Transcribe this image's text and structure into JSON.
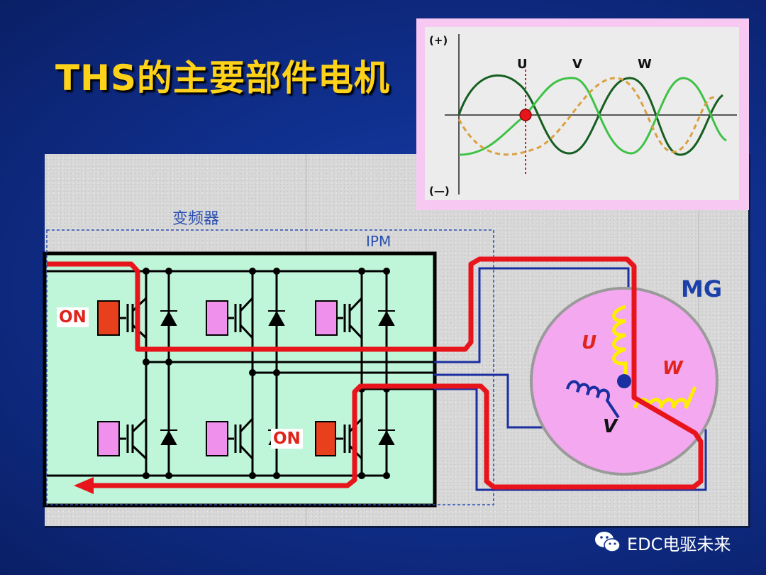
{
  "title": "THS的主要部件电机",
  "diagram": {
    "inverter_label": "变频器",
    "ipm_label": "IPM",
    "mg_label": "MG",
    "on_label_top": "ON",
    "on_label_bottom": "ON",
    "coil_u": "U",
    "coil_v": "V",
    "coil_w": "W"
  },
  "waveform": {
    "plus_label": "(+)",
    "minus_label": "(—)",
    "phase_u": "U",
    "phase_v": "V",
    "phase_w": "W"
  },
  "watermark": {
    "text": "EDC电驱未来"
  },
  "colors": {
    "title": "#ffd21a",
    "current_path": "#e8141c",
    "wire": "#1a2fa0",
    "ipm_fill": "#bff5d8",
    "motor_fill": "#f4a8f0",
    "coil": "#ffee00"
  }
}
